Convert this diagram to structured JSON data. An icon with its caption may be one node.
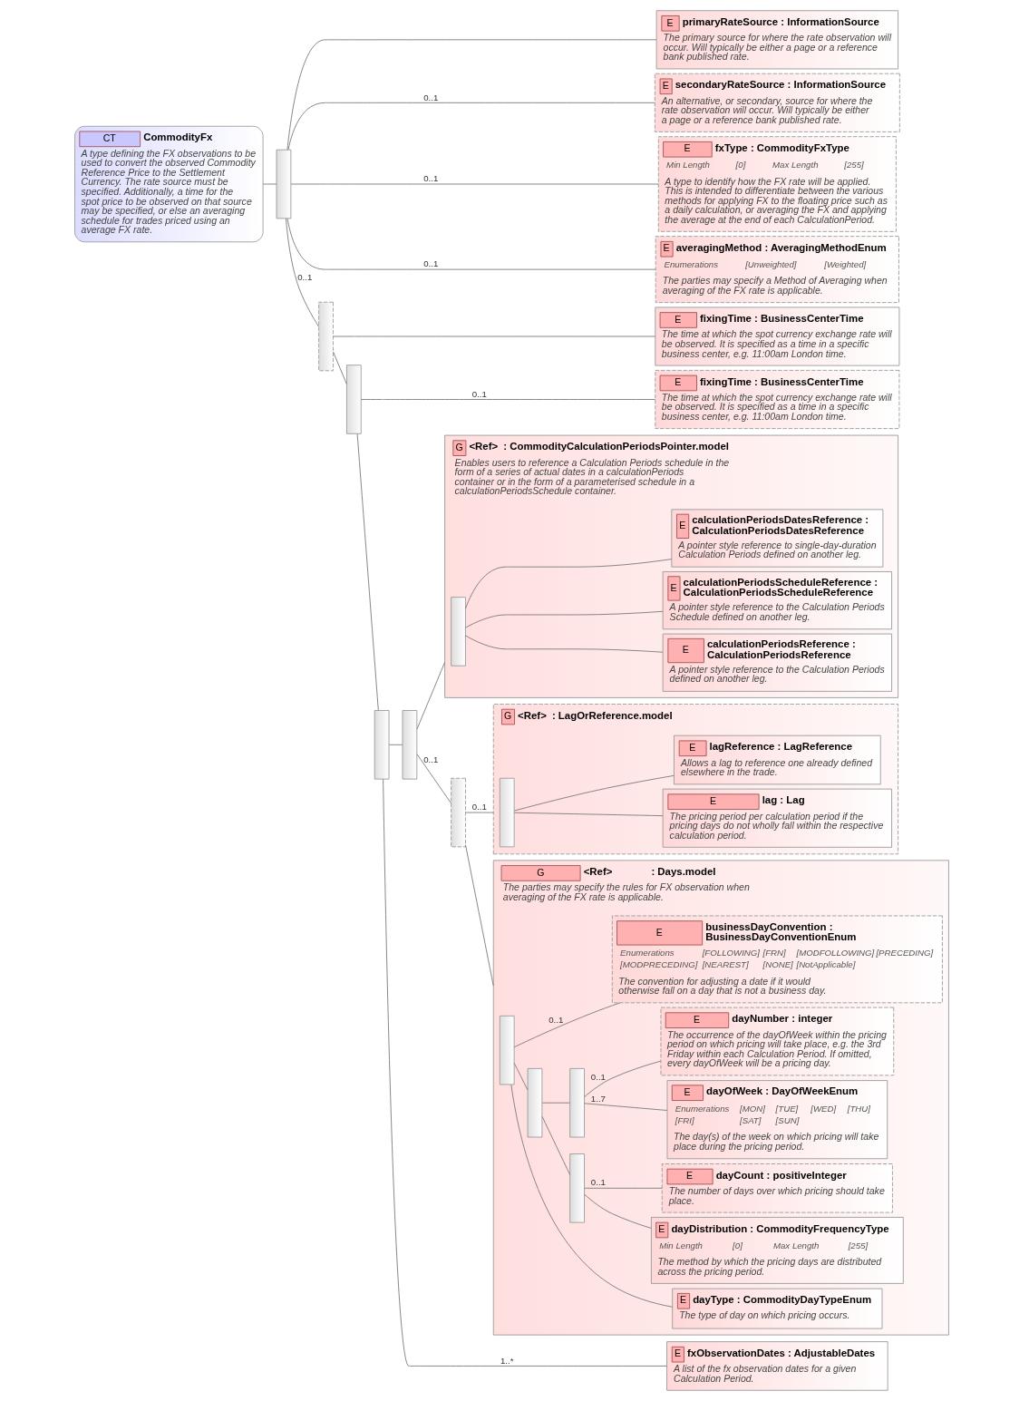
{
  "diagram": {
    "nodes": [
      {
        "text": [
          "CT",
          "CommodityFx",
          "A type defining the FX observations to be used to convert the observed Commodity Reference Price to the Settlement Currency. The rate source must be specified. Additionally, a time for the spot price to be observed on that source may be specified, or else an averaging schedule for trades priced using an average FX rate."
        ]
      },
      {
        "text": [],
        "shape": "bar"
      },
      {
        "text": [
          "E",
          "primaryRateSource : InformationSource",
          "The primary source for where the rate observation will occur. Will typically be either a page or a reference bank published rate."
        ]
      },
      {
        "text": [
          "E",
          "secondaryRateSource : InformationSource",
          "An alternative, or secondary, source for where the rate observation will occur. Will typically be either a page or a reference bank published rate."
        ]
      },
      {
        "text": [
          "E",
          "fxType : CommodityFxType",
          "Min Length",
          "[0]",
          "Max Length",
          "[255]",
          "A type to identify how the FX rate will be applied. This is intended to differentiate between the various methods for applying FX to the floating price such as a daily calculation, or averaging the FX and applying the average at the end of each CalculationPeriod."
        ]
      },
      {
        "text": [
          "E",
          "averagingMethod : AveragingMethodEnum",
          "Enumerations",
          "[Unweighted]",
          "[Weighted]",
          "The parties may specify a Method of Averaging when averaging of the FX rate is applicable."
        ]
      },
      {
        "text": [],
        "shape": "bar"
      },
      {
        "text": [
          "E",
          "fixingTime : BusinessCenterTime",
          "The time at which the spot currency exchange rate will be observed. It is specified as a time in a specific business center, e.g. 11:00am London time."
        ]
      },
      {
        "text": [],
        "shape": "bar"
      },
      {
        "text": [],
        "shape": "bar"
      },
      {
        "text": [
          "E",
          "fxObservationDates : AdjustableDates",
          "A list of the fx observation dates for a given Calculation Period."
        ]
      },
      {
        "text": [],
        "shape": "bar"
      },
      {
        "text": [],
        "shape": "bar"
      },
      {
        "text": [
          "G",
          "<Ref>",
          ": Days.model",
          "The parties may specify the rules for FX observation when averaging of the FX rate is applicable."
        ]
      },
      {
        "text": [],
        "shape": "bar",
        "in": 13
      },
      {
        "text": [
          "E",
          "dayType : CommodityDayTypeEnum",
          "The type of day on which pricing occurs."
        ],
        "in": 13
      },
      {
        "text": [],
        "shape": "bar",
        "in": 13
      },
      {
        "text": [],
        "shape": "bar",
        "in": 13
      },
      {
        "text": [
          "E",
          "dayDistribution : CommodityFrequencyType",
          "Min Length",
          "[0]",
          "Max Length",
          "[255]",
          "The method by which the pricing days are distributed across the pricing period."
        ],
        "in": 13
      },
      {
        "text": [
          "E",
          "dayCount : positiveInteger",
          "The number of days over which pricing should take place."
        ],
        "in": 13
      },
      {
        "text": [],
        "shape": "bar",
        "in": 13
      },
      {
        "text": [
          "E",
          "dayOfWeek : DayOfWeekEnum",
          "Enumerations",
          "[MON]",
          "[TUE]",
          "[WED]",
          "[THU]",
          "[FRI]",
          "[SAT]",
          "[SUN]",
          "The day(s) of the week on which pricing will take place during the pricing period."
        ],
        "in": 13
      },
      {
        "text": [
          "E",
          "dayNumber : integer",
          "The occurrence of the dayOfWeek within the pricing period on which pricing will take place, e.g. the 3rd Friday within each Calculation Period. If omitted, every dayOfWeek will be a pricing day."
        ],
        "in": 13
      },
      {
        "text": [
          "E",
          "businessDayConvention : BusinessDayConventionEnum",
          "Enumerations",
          "[FOLLOWING]",
          "[FRN]",
          "[MODFOLLOWING]",
          "[PRECEDING]",
          "[MODPRECEDING]",
          "[NEAREST]",
          "[NONE]",
          "[NotApplicable]",
          "The convention for adjusting a date if it would otherwise fall on a day that is not a business day."
        ],
        "in": 13
      },
      {
        "text": [
          "G",
          "<Ref>",
          ": LagOrReference.model"
        ]
      },
      {
        "text": [],
        "shape": "bar",
        "in": 24
      },
      {
        "text": [
          "E",
          "lag : Lag",
          "The pricing period per calculation period if the pricing days do not wholly fall within the respective calculation period."
        ],
        "in": 24
      },
      {
        "text": [
          "E",
          "lagReference : LagReference",
          "Allows a lag to reference one already defined elsewhere in the trade."
        ],
        "in": 24
      },
      {
        "text": [
          "G",
          "<Ref>",
          ": CommodityCalculationPeriodsPointer.model",
          "Enables users to reference a Calculation Periods schedule in the form of a series of actual dates in a calculationPeriods container or in the form of a parameterised schedule in a calculationPeriodsSchedule container."
        ]
      },
      {
        "text": [],
        "shape": "bar",
        "in": 28
      },
      {
        "text": [
          "E",
          "calculationPeriodsReference : CalculationPeriodsReference",
          "A pointer style reference to the Calculation Periods defined on another leg."
        ],
        "in": 28
      },
      {
        "text": [
          "E",
          "calculationPeriodsScheduleReference : CalculationPeriodsScheduleReference",
          "A pointer style reference to the Calculation Periods Schedule defined on another leg."
        ],
        "in": 28
      },
      {
        "text": [
          "E",
          "calculationPeriodsDatesReference : CalculationPeriodsDatesReference",
          "A pointer style reference to single-day-duration Calculation Periods defined on another leg."
        ],
        "in": 28
      },
      {
        "text": [
          "E",
          "fixingTime : BusinessCenterTime",
          "The time at which the spot currency exchange rate will be observed. It is specified as a time in a specific business center, e.g. 11:00am London time."
        ]
      }
    ],
    "edges": [
      {
        "from": 0,
        "to": 1,
        "arrow": "none"
      },
      {
        "from": 1,
        "to": 2,
        "arrow": "none"
      },
      {
        "from": 1,
        "to": 3,
        "arrow": "none",
        "label": "0..1"
      },
      {
        "from": 1,
        "to": 4,
        "arrow": "none",
        "label": "0..1"
      },
      {
        "from": 1,
        "to": 5,
        "arrow": "none",
        "label": "0..1"
      },
      {
        "from": 1,
        "to": 6,
        "arrow": "none",
        "label": "0..1"
      },
      {
        "from": 6,
        "to": 7,
        "arrow": "none"
      },
      {
        "from": 6,
        "to": 8,
        "arrow": "none"
      },
      {
        "from": 8,
        "to": 9,
        "arrow": "none"
      },
      {
        "from": 9,
        "to": 10,
        "arrow": "none",
        "label": "1..*"
      },
      {
        "from": 9,
        "to": 11,
        "arrow": "none"
      },
      {
        "from": 11,
        "to": 12,
        "arrow": "none",
        "label": "0..1"
      },
      {
        "from": 12,
        "to": 13,
        "arrow": "none"
      },
      {
        "from": 14,
        "to": 15,
        "arrow": "none"
      },
      {
        "from": 14,
        "to": 16,
        "arrow": "none"
      },
      {
        "from": 16,
        "to": 17,
        "arrow": "none"
      },
      {
        "from": 17,
        "to": 18,
        "arrow": "none"
      },
      {
        "from": 17,
        "to": 19,
        "arrow": "none",
        "label": "0..1"
      },
      {
        "from": 16,
        "to": 20,
        "arrow": "none"
      },
      {
        "from": 20,
        "to": 21,
        "arrow": "none",
        "label": "1..7"
      },
      {
        "from": 20,
        "to": 22,
        "arrow": "none",
        "label": "0..1"
      },
      {
        "from": 14,
        "to": 23,
        "arrow": "none",
        "label": "0..1"
      },
      {
        "from": 12,
        "to": 24,
        "arrow": "none",
        "label": "0..1"
      },
      {
        "from": 25,
        "to": 26,
        "arrow": "none"
      },
      {
        "from": 25,
        "to": 27,
        "arrow": "none"
      },
      {
        "from": 11,
        "to": 28,
        "arrow": "none"
      },
      {
        "from": 29,
        "to": 30,
        "arrow": "none"
      },
      {
        "from": 29,
        "to": 31,
        "arrow": "none"
      },
      {
        "from": 29,
        "to": 32,
        "arrow": "none"
      },
      {
        "from": 8,
        "to": 33,
        "arrow": "none",
        "label": "0..1"
      }
    ]
  }
}
